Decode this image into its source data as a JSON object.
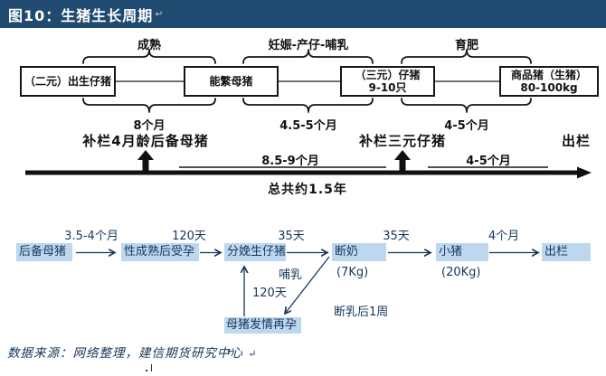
{
  "header": {
    "title": "图10：生猪生长周期",
    "mark": "↵"
  },
  "top": {
    "phases": [
      {
        "label": "成熟"
      },
      {
        "label": "妊娠-产仔-哺乳"
      },
      {
        "label": "育肥"
      }
    ],
    "boxes": [
      {
        "line1": "（二元）出生仔猪",
        "line2": ""
      },
      {
        "line1": "能繁母猪",
        "line2": ""
      },
      {
        "line1": "（三元）仔猪",
        "line2": "9-10只"
      },
      {
        "line1": "商品猪（生猪）",
        "line2": "80-100kg"
      }
    ],
    "durations": [
      {
        "label": "8个月"
      },
      {
        "label": "4.5-5个月"
      },
      {
        "label": "4-5个月"
      }
    ]
  },
  "timeline": {
    "restock_sow": "补栏4月龄后备母猪",
    "restock_piglets": "补栏三元仔猪",
    "slaughter": "出栏",
    "span_a": "8.5-9个月",
    "span_b": "4-5个月",
    "total": "总共约1.5年"
  },
  "flow": {
    "nodes": [
      {
        "label": "后备母猪"
      },
      {
        "label": "性成熟后受孕"
      },
      {
        "label": "分娩生仔猪"
      },
      {
        "label": "断奶",
        "sub": "(7Kg)"
      },
      {
        "label": "小猪",
        "sub": "(20Kg)"
      },
      {
        "label": "出栏"
      }
    ],
    "edges": [
      {
        "label": "3.5-4个月"
      },
      {
        "label": "120天"
      },
      {
        "label": "35天"
      },
      {
        "label": "35天"
      },
      {
        "label": "4个月"
      }
    ],
    "lactation": "哺乳",
    "reheat_days": "120天",
    "wean_note": "断乳后1周",
    "reheat_node": "母猪发情再孕",
    "mark": "↵"
  },
  "footer": {
    "source": "数据来源：网络整理，建信期货研究中心",
    "mark": "↵"
  },
  "colors": {
    "header_bg": "#204A70",
    "navy": "#17365D",
    "highlight": "#BDD7EE",
    "diagram_black": "#161616"
  }
}
